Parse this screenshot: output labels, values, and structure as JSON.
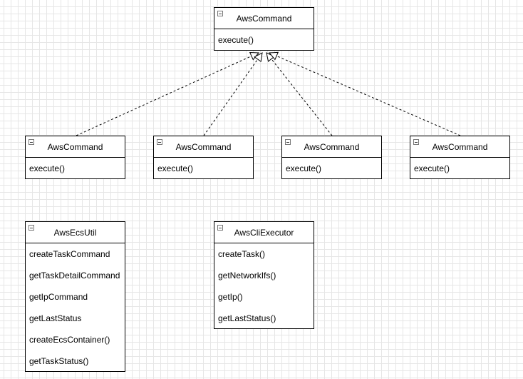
{
  "diagram": {
    "interface": {
      "name": "AwsCommand",
      "methods": [
        "execute()"
      ]
    },
    "implementations": [
      {
        "name": "AwsCommand",
        "methods": [
          "execute()"
        ]
      },
      {
        "name": "AwsCommand",
        "methods": [
          "execute()"
        ]
      },
      {
        "name": "AwsCommand",
        "methods": [
          "execute()"
        ]
      },
      {
        "name": "AwsCommand",
        "methods": [
          "execute()"
        ]
      }
    ],
    "aws_ecs_util": {
      "name": "AwsEcsUtil",
      "methods": [
        "createTaskCommand",
        "getTaskDetailCommand",
        "getIpCommand",
        "getLastStatus",
        "createEcsContainer()",
        "getTaskStatus()"
      ]
    },
    "aws_cli_executor": {
      "name": "AwsCliExecutor",
      "methods": [
        "createTask()",
        "getNetworkIfs()",
        "getIp()",
        "getLastStatus()"
      ]
    },
    "relations": [
      {
        "type": "realization",
        "from": "implementations.0",
        "to": "interface"
      },
      {
        "type": "realization",
        "from": "implementations.1",
        "to": "interface"
      },
      {
        "type": "realization",
        "from": "implementations.2",
        "to": "interface"
      },
      {
        "type": "realization",
        "from": "implementations.3",
        "to": "interface"
      }
    ]
  }
}
